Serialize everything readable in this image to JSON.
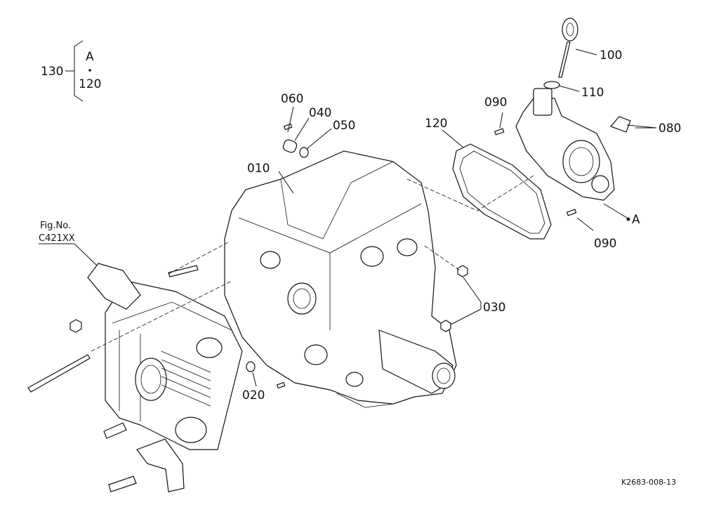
{
  "bracket": {
    "ref": "130",
    "top": "A",
    "bottom": "120"
  },
  "fig_ref": {
    "line1": "Fig.No.",
    "line2": "C421XX"
  },
  "callouts": {
    "p010": "010",
    "p020": "020",
    "p030": "030",
    "p040": "040",
    "p050": "050",
    "p060": "060",
    "p080": "080",
    "p090a": "090",
    "p090b": "090",
    "p100": "100",
    "p110": "110",
    "p120": "120",
    "pA": "A"
  },
  "drawing_code": "K2683-008-13"
}
